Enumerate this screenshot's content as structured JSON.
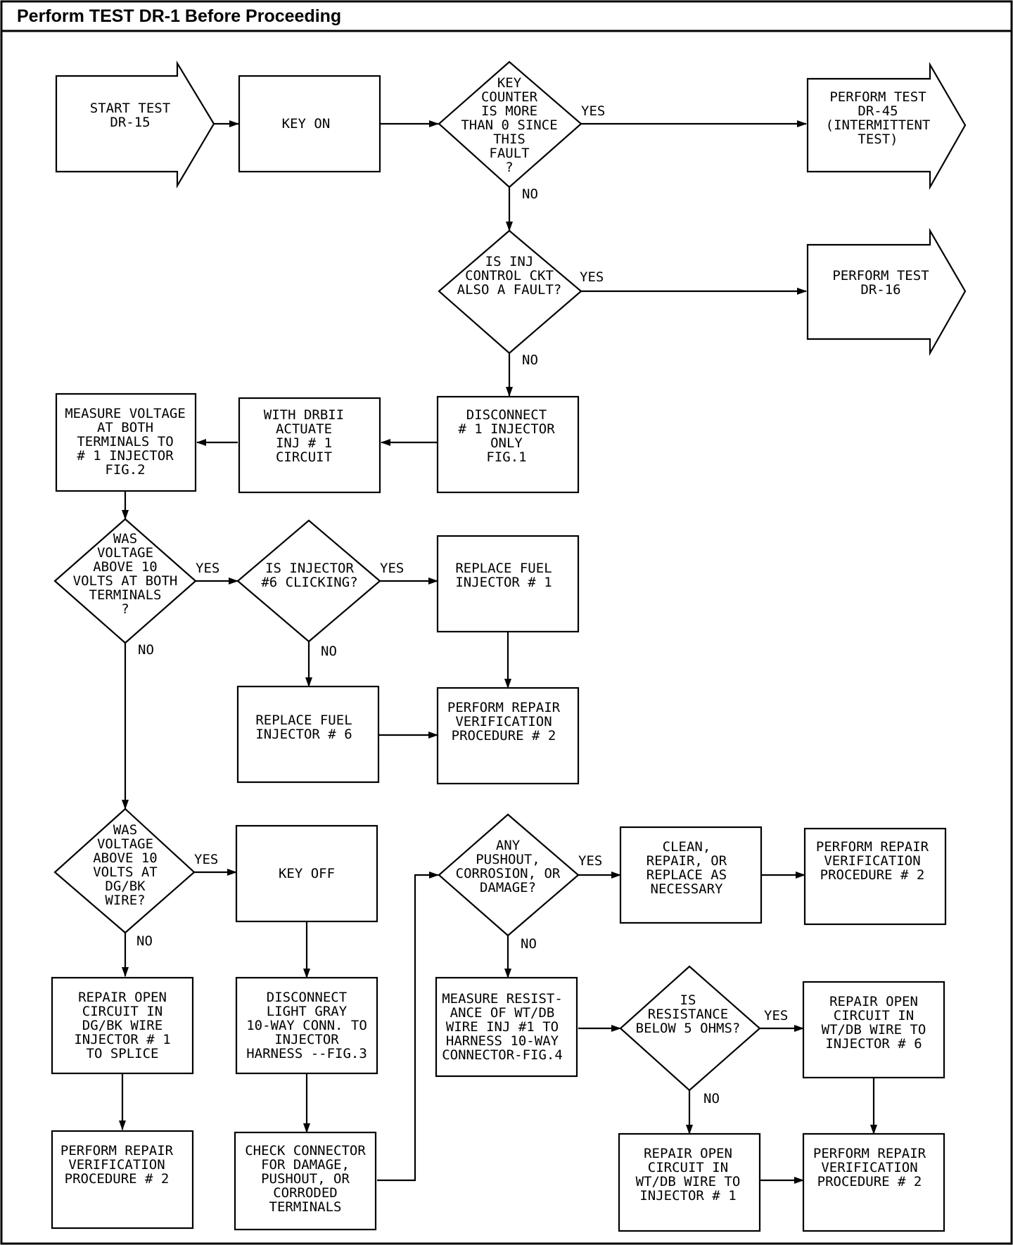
{
  "header": {
    "title": "Perform TEST DR-1 Before Proceeding"
  },
  "nodes": {
    "start": [
      "START TEST",
      "DR-15"
    ],
    "key_on": [
      "KEY ON"
    ],
    "key_counter": [
      "KEY",
      "COUNTER",
      "IS MORE",
      "THAN 0 SINCE",
      "THIS",
      "FAULT",
      "?"
    ],
    "dr45": [
      "PERFORM TEST",
      "DR-45",
      "(INTERMITTENT",
      "TEST)"
    ],
    "inj_ctrl": [
      "IS INJ",
      "CONTROL CKT",
      "ALSO A FAULT?"
    ],
    "dr16": [
      "PERFORM TEST",
      "DR-16"
    ],
    "disconnect1": [
      "DISCONNECT",
      "# 1 INJECTOR",
      "ONLY",
      "FIG.1"
    ],
    "drbii": [
      "WITH DRBII",
      "ACTUATE",
      "INJ # 1",
      "CIRCUIT"
    ],
    "measure_voltage": [
      "MEASURE VOLTAGE",
      "AT BOTH",
      "TERMINALS TO",
      "# 1 INJECTOR",
      "FIG.2"
    ],
    "was_voltage_both": [
      "WAS",
      "VOLTAGE",
      "ABOVE 10",
      "VOLTS AT BOTH",
      "TERMINALS",
      "?"
    ],
    "inj6_click": [
      "IS INJECTOR",
      "#6 CLICKING?"
    ],
    "replace_inj1": [
      "REPLACE FUEL",
      "INJECTOR # 1"
    ],
    "replace_inj6": [
      "REPLACE FUEL",
      "INJECTOR # 6"
    ],
    "verify_a": [
      "PERFORM REPAIR",
      "VERIFICATION",
      "PROCEDURE # 2"
    ],
    "was_voltage_dgbk": [
      "WAS",
      "VOLTAGE",
      "ABOVE 10",
      "VOLTS AT",
      "DG/BK",
      "WIRE?"
    ],
    "key_off": [
      "KEY OFF"
    ],
    "pushout": [
      "ANY",
      "PUSHOUT,",
      "CORROSION, OR",
      "DAMAGE?"
    ],
    "clean": [
      "CLEAN,",
      "REPAIR, OR",
      "REPLACE AS",
      "NECESSARY"
    ],
    "verify_b": [
      "PERFORM REPAIR",
      "VERIFICATION",
      "PROCEDURE # 2"
    ],
    "repair_dgbk": [
      "REPAIR OPEN",
      "CIRCUIT IN",
      "DG/BK WIRE",
      "INJECTOR # 1",
      "TO SPLICE"
    ],
    "disconnect_gray": [
      "DISCONNECT",
      "LIGHT GRAY",
      "10-WAY CONN. TO",
      "INJECTOR",
      "HARNESS --FIG.3"
    ],
    "measure_res": [
      "MEASURE RESIST-",
      "ANCE OF WT/DB",
      "WIRE INJ #1 TO",
      "HARNESS 10-WAY",
      "CONNECTOR-FIG.4"
    ],
    "resistance": [
      "IS",
      "RESISTANCE",
      "BELOW 5 OHMS?"
    ],
    "repair_wtdb6": [
      "REPAIR OPEN",
      "CIRCUIT IN",
      "WT/DB WIRE TO",
      "INJECTOR # 6"
    ],
    "verify_c": [
      "PERFORM REPAIR",
      "VERIFICATION",
      "PROCEDURE # 2"
    ],
    "check_conn": [
      "CHECK CONNECTOR",
      "FOR DAMAGE,",
      "PUSHOUT, OR",
      "CORRODED",
      "TERMINALS"
    ],
    "repair_wtdb1": [
      "REPAIR OPEN",
      "CIRCUIT IN",
      "WT/DB WIRE TO",
      "INJECTOR # 1"
    ],
    "verify_d": [
      "PERFORM REPAIR",
      "VERIFICATION",
      "PROCEDURE # 2"
    ]
  },
  "branch_labels": {
    "yes": "YES",
    "no": "NO"
  }
}
